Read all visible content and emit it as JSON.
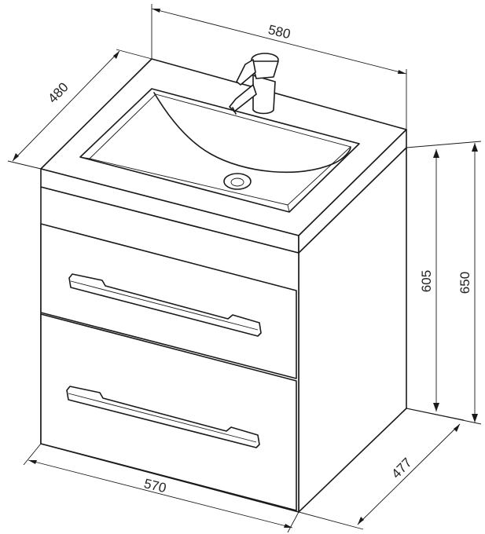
{
  "dimensions": {
    "top_width": "580",
    "top_depth": "480",
    "height_body": "605",
    "height_total": "650",
    "bottom_width": "570",
    "bottom_depth": "477"
  }
}
